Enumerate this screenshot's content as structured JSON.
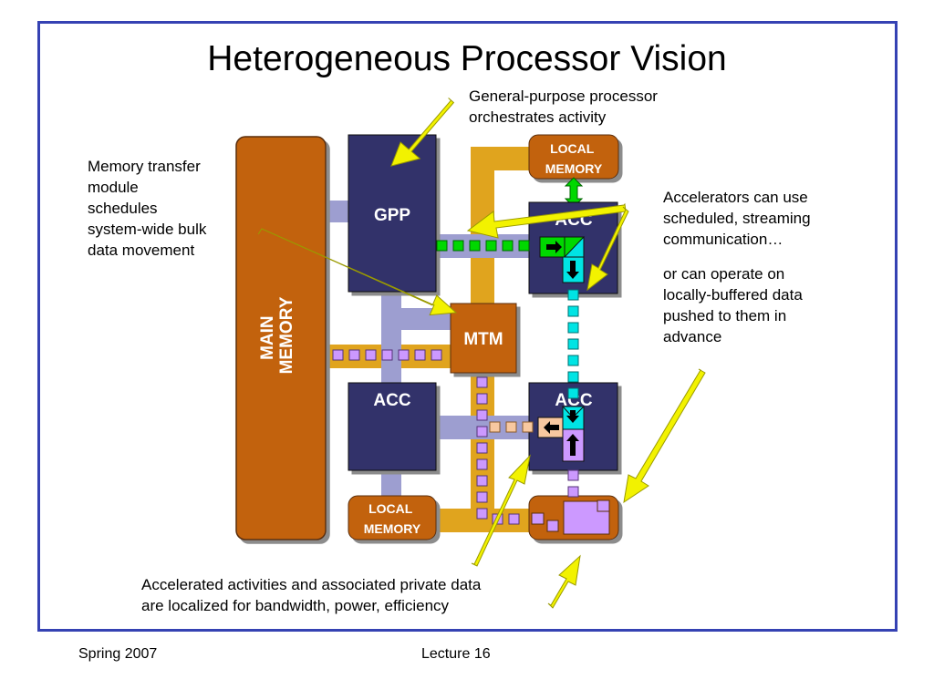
{
  "slide": {
    "title": "Heterogeneous Processor Vision",
    "footer_left": "Spring 2007",
    "footer_center": "Lecture 16"
  },
  "diagram": {
    "main_memory": [
      "MAIN",
      "MEMORY"
    ],
    "gpp": "GPP",
    "mtm": "MTM",
    "acc_top_right": "ACC",
    "acc_bottom_left": "ACC",
    "acc_bottom_right": "ACC",
    "local_memory_top": [
      "LOCAL",
      "MEMORY"
    ],
    "local_memory_bottom": [
      "LOCAL",
      "MEMORY"
    ]
  },
  "annotations": {
    "gpp_note": [
      "General-purpose processor",
      "orchestrates activity"
    ],
    "mtm_note": [
      "Memory transfer",
      "module",
      "schedules",
      "system-wide bulk",
      "data movement"
    ],
    "acc_note_1": [
      "Accelerators can use",
      "scheduled, streaming",
      "communication…"
    ],
    "acc_note_2": [
      "or can operate on",
      "locally-buffered data",
      "pushed to them in",
      "advance"
    ],
    "bottom_note": [
      "Accelerated activities and associated private data",
      "are localized for bandwidth, power, efficiency"
    ]
  },
  "colors": {
    "frame": "#3542b3",
    "block": "#33336b",
    "memory": "#c2620a",
    "bus_purple": "#9d9ed0",
    "bus_gold": "#e0a41e",
    "arrow": "#f2f200",
    "green": "#00d800",
    "cyan": "#00e4e4",
    "violet": "#cc99ff",
    "peach": "#f8c8a0"
  }
}
